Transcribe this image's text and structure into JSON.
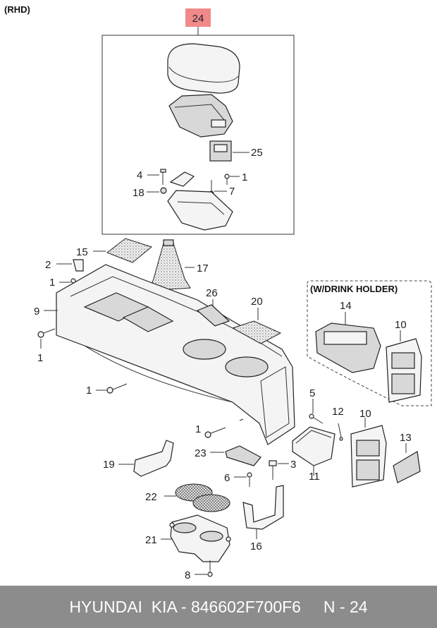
{
  "variant_label": "(RHD)",
  "subgroup_label": "(W/DRINK HOLDER)",
  "highlight_color": "#f08a8a",
  "callouts": {
    "c24": "24",
    "c25": "25",
    "c4": "4",
    "c1a": "1",
    "c18": "18",
    "c7": "7",
    "c15": "15",
    "c17": "17",
    "c2": "2",
    "c1b": "1",
    "c9": "9",
    "c26": "26",
    "c20": "20",
    "c1c": "1",
    "c1d": "1",
    "c14": "14",
    "c10a": "10",
    "c5": "5",
    "c12": "12",
    "c10b": "10",
    "c1e": "1",
    "c23": "23",
    "c3": "3",
    "c13": "13",
    "c19": "19",
    "c6": "6",
    "c11": "11",
    "c22": "22",
    "c21": "21",
    "c16": "16",
    "c8": "8"
  },
  "footer": {
    "text": "HYUNDAI  KIA - 846602F700F6     N - 24"
  }
}
